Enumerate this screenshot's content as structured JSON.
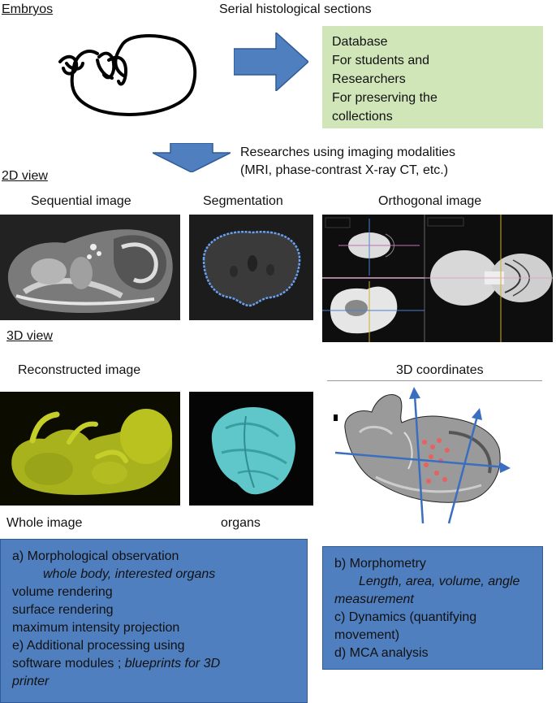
{
  "top": {
    "embryos_label": "Embryos",
    "serial_label": "Serial histological sections",
    "database_lines": [
      "Database",
      "For students and",
      "Researchers",
      "For preserving the",
      "collections"
    ]
  },
  "research": {
    "line1": "Researches using imaging modalities",
    "line2": "(MRI, phase-contrast X-ray CT, etc.)"
  },
  "view2d": {
    "label": "2D view",
    "sequential": "Sequential image",
    "segmentation": "Segmentation",
    "orthogonal": "Orthogonal image"
  },
  "view3d": {
    "label": "3D view",
    "reconstructed": "Reconstructed image",
    "coordinates": "3D coordinates",
    "whole": "Whole image",
    "organs": "organs"
  },
  "box_left": {
    "l1": "a) Morphological observation",
    "l2": "whole body, interested organs",
    "l3": "volume rendering",
    "l4": "surface rendering",
    "l5": "maximum intensity projection",
    "l6": "e) Additional processing using",
    "l7a": "software modules ; ",
    "l7b": "blueprints for 3D",
    "l8": "printer"
  },
  "box_right": {
    "l1": "b) Morphometry",
    "l2": "Length, area, volume, angle",
    "l3": "measurement",
    "l4": "c) Dynamics (quantifying",
    "l5": "movement)",
    "l6": "d) MCA analysis"
  },
  "colors": {
    "arrow_blue": "#4f7fbf",
    "box_green": "#d1e6b8",
    "box_blue": "#4f7fbf",
    "volume_yellow": "#b9c21f",
    "organ_cyan": "#5fc7c9"
  }
}
